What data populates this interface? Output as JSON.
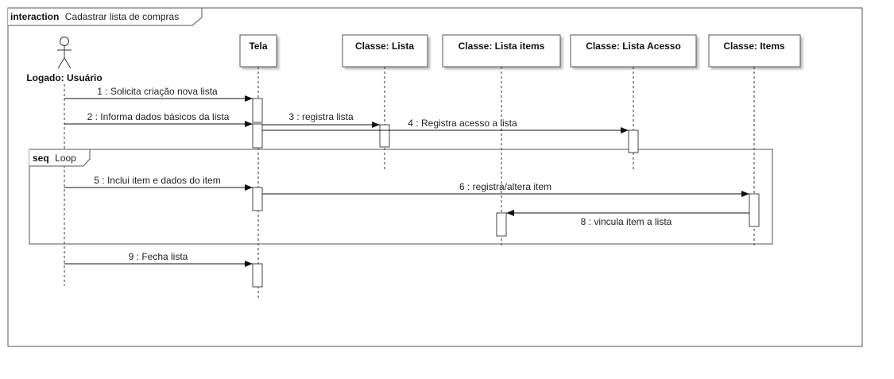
{
  "frame": {
    "keyword": "interaction",
    "title": "Cadastrar lista de compras"
  },
  "actor": {
    "label": "Logado: Usuário"
  },
  "lifelines": [
    {
      "label": "Tela"
    },
    {
      "label": "Classe: Lista"
    },
    {
      "label": "Classe: Lista items"
    },
    {
      "label": "Classe: Lista Acesso"
    },
    {
      "label": "Classe: Items"
    }
  ],
  "loop": {
    "keyword": "seq",
    "label": "Loop"
  },
  "messages": [
    {
      "label": "1 : Solicita criação nova lista"
    },
    {
      "label": "2 : Informa dados básicos da lista"
    },
    {
      "label": "3 : registra lista"
    },
    {
      "label": "4 : Registra acesso a lista"
    },
    {
      "label": "5 : Inclui item e dados do item"
    },
    {
      "label": "6 : registra/altera item"
    },
    {
      "label": "8 : vincula item a lista"
    },
    {
      "label": "9 : Fecha lista"
    }
  ]
}
